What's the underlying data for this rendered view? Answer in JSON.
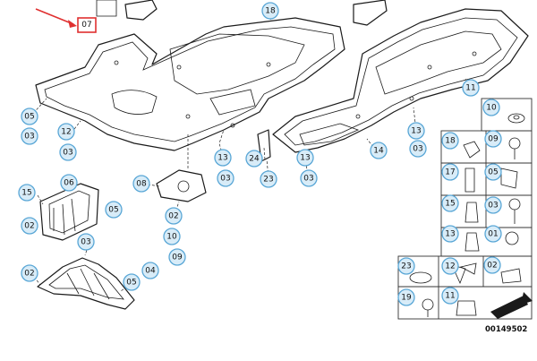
{
  "highlight": {
    "label": "07",
    "arrow_color": "#e03030",
    "box_color": "#e03030"
  },
  "callout_color": "#d8ecf8",
  "callouts": [
    {
      "id": "c18",
      "label": "18"
    },
    {
      "id": "c11",
      "label": "11"
    },
    {
      "id": "c05a",
      "label": "05"
    },
    {
      "id": "c03a",
      "label": "03"
    },
    {
      "id": "c12",
      "label": "12"
    },
    {
      "id": "c03b",
      "label": "03"
    },
    {
      "id": "c13a",
      "label": "13"
    },
    {
      "id": "c03c",
      "label": "03"
    },
    {
      "id": "c24",
      "label": "24"
    },
    {
      "id": "c23a",
      "label": "23"
    },
    {
      "id": "c13b",
      "label": "13"
    },
    {
      "id": "c03d",
      "label": "03"
    },
    {
      "id": "c14",
      "label": "14"
    },
    {
      "id": "c13c",
      "label": "13"
    },
    {
      "id": "c03e",
      "label": "03"
    },
    {
      "id": "c15a",
      "label": "15"
    },
    {
      "id": "c06",
      "label": "06"
    },
    {
      "id": "c05b",
      "label": "05"
    },
    {
      "id": "c08",
      "label": "08"
    },
    {
      "id": "c02a",
      "label": "02"
    },
    {
      "id": "c02b",
      "label": "02"
    },
    {
      "id": "c03f",
      "label": "03"
    },
    {
      "id": "c10a",
      "label": "10"
    },
    {
      "id": "c09a",
      "label": "09"
    },
    {
      "id": "c02c",
      "label": "02"
    },
    {
      "id": "c05c",
      "label": "05"
    },
    {
      "id": "c04",
      "label": "04"
    },
    {
      "id": "p10",
      "label": "10"
    },
    {
      "id": "p18",
      "label": "18"
    },
    {
      "id": "p09",
      "label": "09"
    },
    {
      "id": "p17",
      "label": "17"
    },
    {
      "id": "p05",
      "label": "05"
    },
    {
      "id": "p15",
      "label": "15"
    },
    {
      "id": "p03",
      "label": "03"
    },
    {
      "id": "p13",
      "label": "13"
    },
    {
      "id": "p01",
      "label": "01"
    },
    {
      "id": "p23",
      "label": "23"
    },
    {
      "id": "p12",
      "label": "12"
    },
    {
      "id": "p02",
      "label": "02"
    },
    {
      "id": "p19",
      "label": "19"
    },
    {
      "id": "p11",
      "label": "11"
    }
  ],
  "catalog_number": "00149502"
}
